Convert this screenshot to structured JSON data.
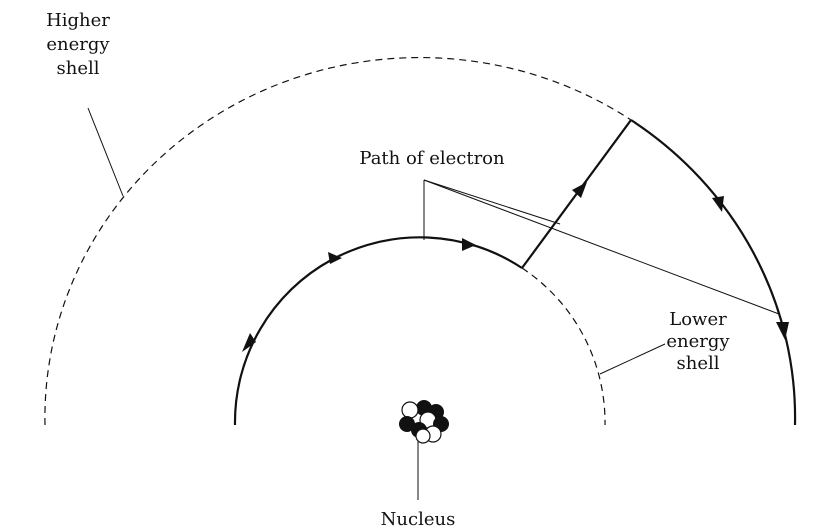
{
  "labels": {
    "higher_shell_line1": "Higher",
    "higher_shell_line2": "energy",
    "higher_shell_line3": "shell",
    "path_of_electron": "Path of electron",
    "lower_shell_line1": "Lower",
    "lower_shell_line2": "energy",
    "lower_shell_line3": "shell",
    "nucleus": "Nucleus"
  },
  "colors": {
    "ink": "#111111",
    "background": "#ffffff"
  }
}
